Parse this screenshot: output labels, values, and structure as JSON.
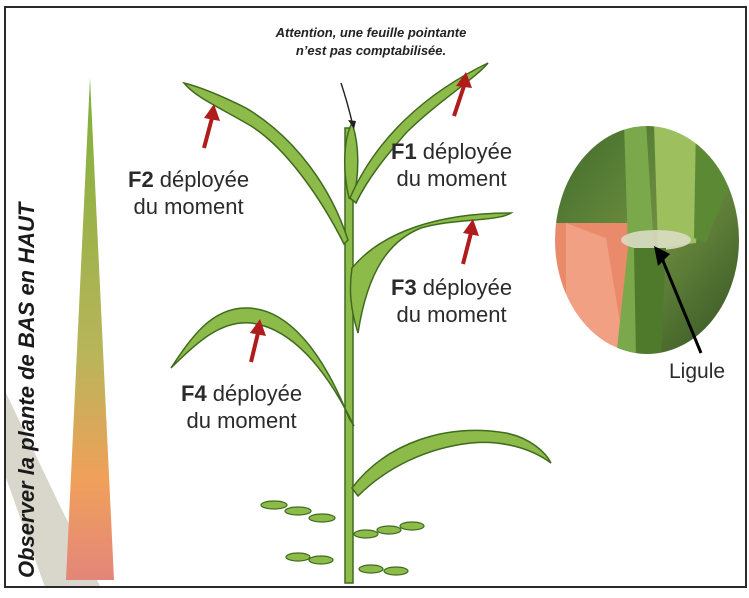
{
  "vertical_caption": {
    "pre": "Observer la plante de ",
    "bas": "BAS",
    "mid": " en ",
    "haut": "HAUT"
  },
  "attention": {
    "line1": "Attention, une feuille pointante",
    "line2": "n’est pas comptabilisée."
  },
  "leaves": [
    {
      "id": "F1",
      "label": "F1",
      "line1_rest": " déployée",
      "line2": "du moment"
    },
    {
      "id": "F2",
      "label": "F2",
      "line1_rest": " déployée",
      "line2": "du moment"
    },
    {
      "id": "F3",
      "label": "F3",
      "line1_rest": " déployée",
      "line2": "du moment"
    },
    {
      "id": "F4",
      "label": "F4",
      "line1_rest": " déployée",
      "line2": "du moment"
    }
  ],
  "ligule": {
    "label": "Ligule"
  },
  "colors": {
    "leaf_fill": "#8dbb4a",
    "leaf_stroke": "#3f6b1e",
    "arrow_red": "#b01c1c",
    "gradient_top": "#7faf3a",
    "gradient_bottom": "#e3867a"
  }
}
